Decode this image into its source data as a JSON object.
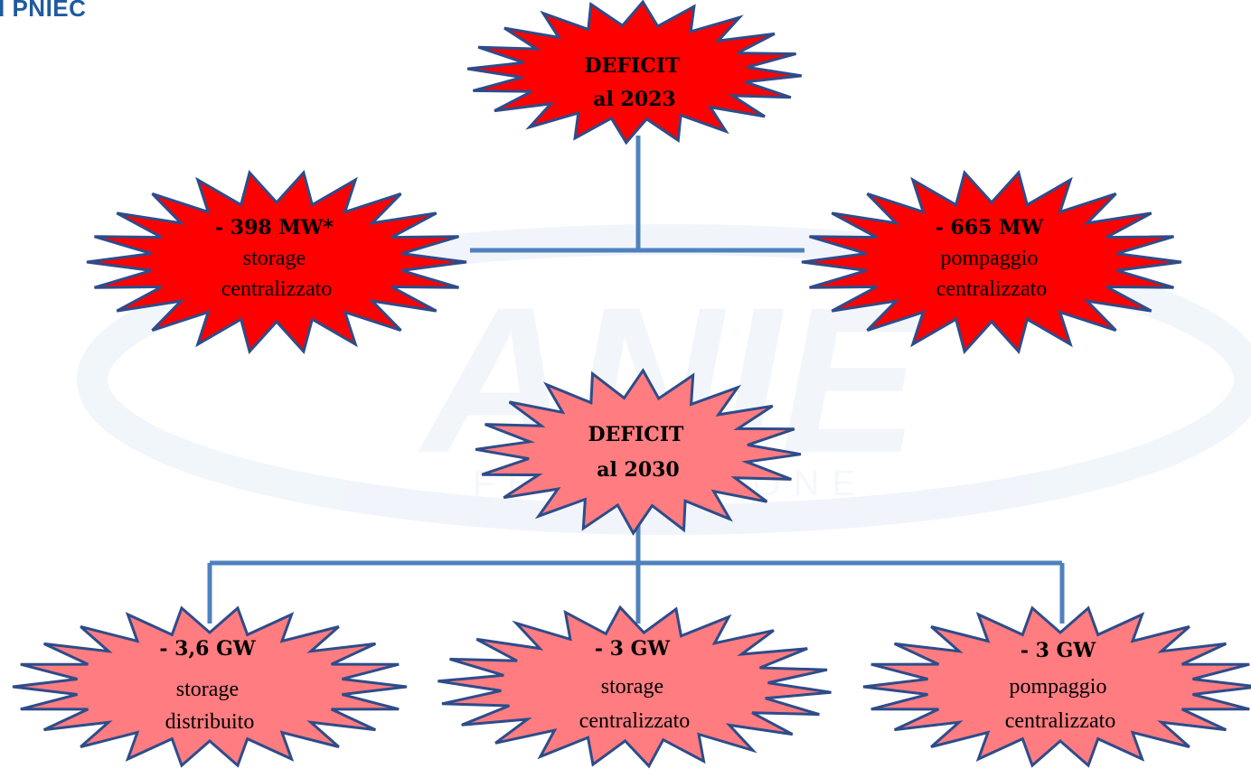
{
  "header": {
    "title": "I PNIEC"
  },
  "watermark": {
    "text": "ANIE",
    "subtext": "FEDERAZIONE"
  },
  "colors": {
    "deficit_2023": "#ff0000",
    "deficit_2030": "#ff7c80",
    "star_outline": "#2e4c8a",
    "connector": "#4f81bd",
    "header": "#1f5aa0"
  },
  "diagram": {
    "deficit_2023": {
      "label_line1": "DEFICIT",
      "label_line2": "al 2023",
      "left": {
        "value": "- 398 MW*",
        "line2": "storage",
        "line3": "centralizzato"
      },
      "right": {
        "value": "- 665 MW",
        "line2": "pompaggio",
        "line3": "centralizzato"
      }
    },
    "deficit_2030": {
      "label_line1": "DEFICIT",
      "label_line2": "al 2030",
      "left": {
        "value": "- 3,6 GW",
        "line2": "storage",
        "line3": "distribuito"
      },
      "middle": {
        "value": "- 3 GW",
        "line2": "storage",
        "line3": "centralizzato"
      },
      "right": {
        "value": "- 3 GW",
        "line2": "pompaggio",
        "line3": "centralizzato"
      }
    }
  }
}
